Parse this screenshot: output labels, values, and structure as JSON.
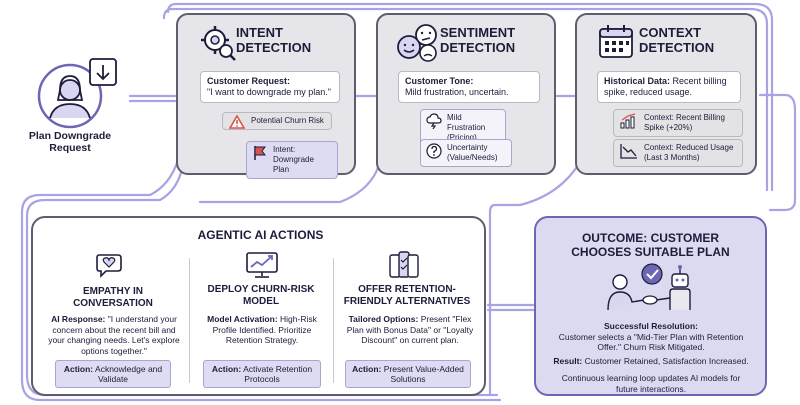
{
  "start": {
    "label": "Plan Downgrade Request"
  },
  "intent": {
    "title_line1": "INTENT",
    "title_line2": "DETECTION",
    "request_heading": "Customer Request:",
    "request_text": "\"I want to downgrade my plan.\"",
    "churn_risk": "Potential Churn Risk",
    "intent_pill": "Intent: Downgrade Plan"
  },
  "sentiment": {
    "title_line1": "SENTIMENT",
    "title_line2": "DETECTION",
    "tone_heading": "Customer Tone:",
    "tone_text": "Mild frustration, uncertain.",
    "frustration": "Mild Frustration (Pricing)",
    "uncertainty": "Uncertainty (Value/Needs)"
  },
  "context": {
    "title_line1": "CONTEXT",
    "title_line2": "DETECTION",
    "history_heading": "Historical Data:",
    "history_text": "Recent billing spike, reduced usage.",
    "billing": "Context: Recent Billing Spike (+20%)",
    "usage": "Context: Reduced Usage (Last 3 Months)"
  },
  "agentic": {
    "title": "AGENTIC AI ACTIONS",
    "col1": {
      "title": "EMPATHY IN CONVERSATION",
      "lead": "AI Response:",
      "body": "\"I understand your concern about the recent bill and your changing needs. Let's explore options together.\"",
      "action_lead": "Action:",
      "action": "Acknowledge and Validate"
    },
    "col2": {
      "title": "DEPLOY CHURN-RISK MODEL",
      "lead": "Model Activation:",
      "body": "High-Risk Profile Identified. Prioritize Retention Strategy.",
      "action_lead": "Action:",
      "action": "Activate Retention Protocols"
    },
    "col3": {
      "title": "OFFER RETENTION-FRIENDLY ALTERNATIVES",
      "lead": "Tailored Options:",
      "body": "Present \"Flex Plan with Bonus Data\" or \"Loyalty Discount\" on current plan.",
      "action_lead": "Action:",
      "action": "Present Value-Added Solutions"
    }
  },
  "outcome": {
    "title": "OUTCOME: CUSTOMER CHOOSES SUITABLE PLAN",
    "resolution_heading": "Successful Resolution:",
    "resolution_text": "Customer selects a \"Mid-Tier Plan with Retention Offer.\" Churn Risk Mitigated.",
    "result_lead": "Result:",
    "result_text": "Customer Retained, Satisfaction Increased.",
    "loop_text": "Continuous learning loop updates AI models for future interactions."
  },
  "colors": {
    "accent": "#6b67b5",
    "pill": "#dedcf2",
    "card": "#e6e6ea",
    "flow": "#a7a3e4",
    "alert": "#d9534f"
  }
}
